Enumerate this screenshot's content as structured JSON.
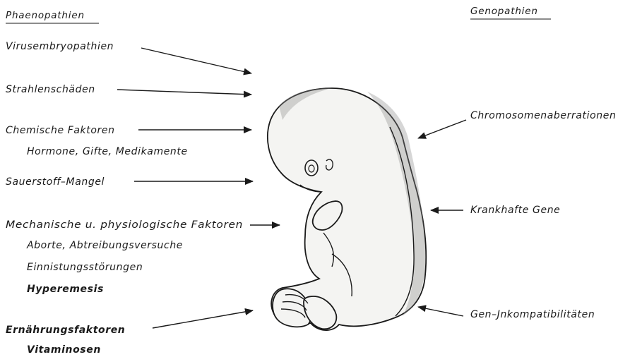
{
  "headers": {
    "left": "Phaenopathien",
    "right": "Genopathien"
  },
  "left_factors": [
    {
      "id": "virus",
      "label": "Virusembryopathien"
    },
    {
      "id": "strahlen",
      "label": "Strahlenschäden"
    },
    {
      "id": "chemisch",
      "label": "Chemische Faktoren"
    },
    {
      "id": "sauerstoff",
      "label": "Sauerstoff–Mangel"
    },
    {
      "id": "mechanisch",
      "label": "Mechanische u. physiologische Faktoren"
    },
    {
      "id": "ernaehrung",
      "label": "Ernährungsfaktoren"
    }
  ],
  "left_subfactors": [
    {
      "id": "hormone",
      "label": "Hormone, Gifte, Medikamente"
    },
    {
      "id": "aborte",
      "label": "Aborte, Abtreibungsversuche"
    },
    {
      "id": "einnistung",
      "label": "Einnistungsstörungen"
    },
    {
      "id": "hyperemesis",
      "label": "Hyperemesis"
    },
    {
      "id": "vitaminosen",
      "label": "Vitaminosen"
    }
  ],
  "right_factors": [
    {
      "id": "chromosomen",
      "label": "Chromosomenaberrationen"
    },
    {
      "id": "gene",
      "label": "Krankhafte Gene"
    },
    {
      "id": "inkompat",
      "label": "Gen–Jnkompatibilitäten"
    }
  ],
  "central_figure": {
    "icon": "embryo-illustration"
  }
}
